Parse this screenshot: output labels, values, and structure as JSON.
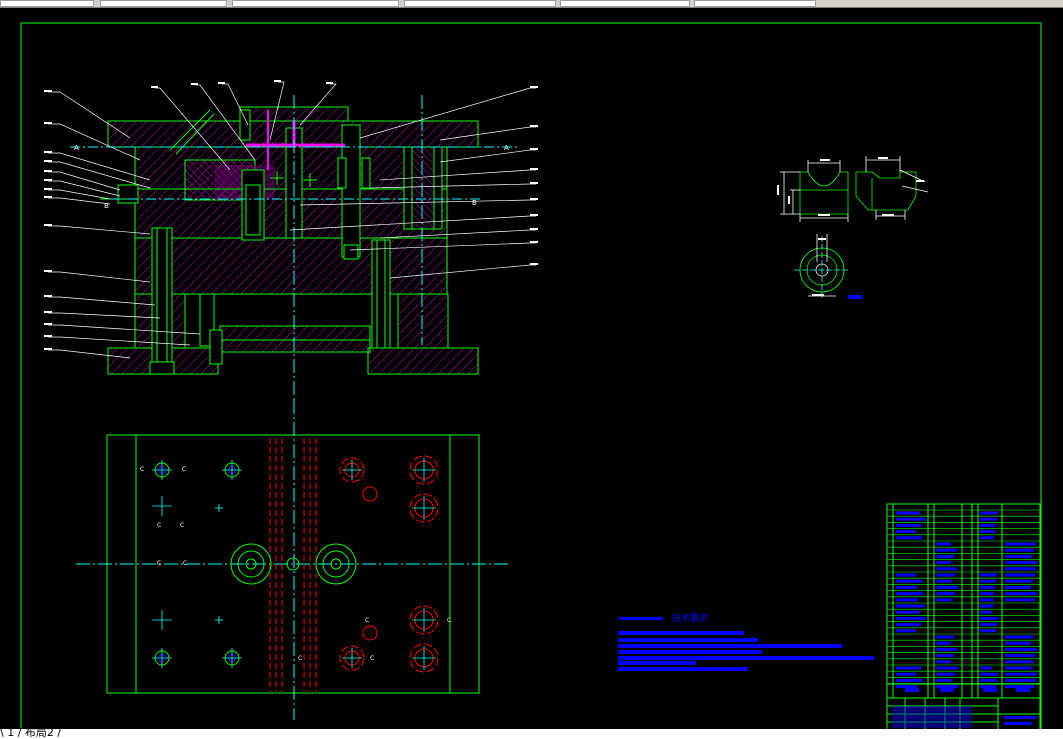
{
  "app": {
    "layout_tabs": "\\ 1 / 布局2 /"
  },
  "drawing": {
    "tech_requirements_title": "技术要求",
    "section_label": "A",
    "view_label": "B",
    "cut_label": "C"
  },
  "colors": {
    "background": "#000000",
    "outline": "#00ff00",
    "hatch": "#ff00ff",
    "centerline": "#00ffff",
    "leader": "#ffffff",
    "hole": "#ff0000",
    "text_block": "#0000ff",
    "title_block": "#00ff00"
  }
}
